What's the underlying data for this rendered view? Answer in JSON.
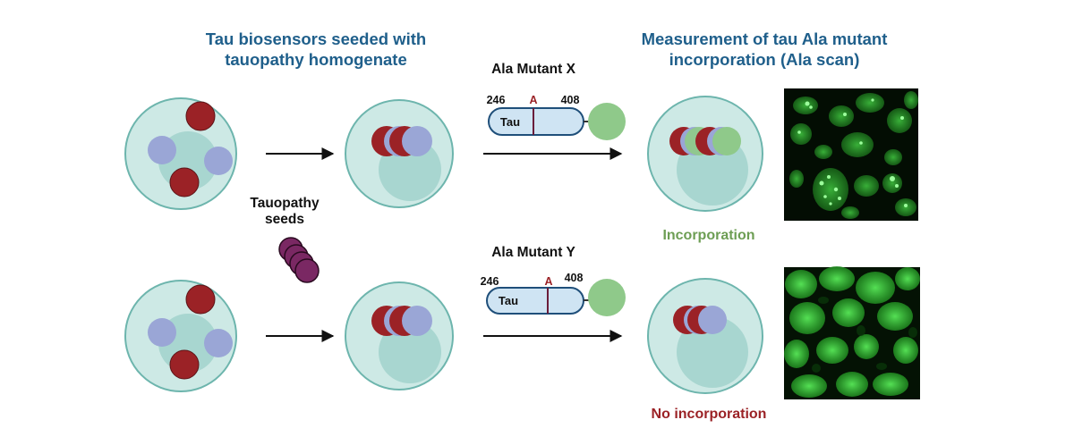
{
  "headings": {
    "left_line1": "Tau biosensors seeded with",
    "left_line2": "tauopathy homogenate",
    "right_line1": "Measurement of tau Ala mutant",
    "right_line2": "incorporation (Ala scan)"
  },
  "seeds": {
    "line1": "Tauopathy",
    "line2": "seeds"
  },
  "mutant_x": {
    "title": "Ala Mutant X",
    "start": "246",
    "ala": "A",
    "end": "408",
    "domain": "Tau"
  },
  "mutant_y": {
    "title": "Ala Mutant Y",
    "start": "246",
    "ala": "A",
    "end": "408",
    "domain": "Tau"
  },
  "results": {
    "incorporation": "Incorporation",
    "no_incorporation": "No incorporation"
  },
  "colors": {
    "heading": "#1f5f8b",
    "tau_seed_red": "#9b2226",
    "tau_blue": "#9aa6d6",
    "gfp_green": "#8fc98a",
    "cell_fill": "#cde9e5",
    "cell_stroke": "#6db5ad",
    "nucleus_fill": "#a8d6d0",
    "seed_purple": "#7a2863",
    "incorporation_text": "#6d9e54",
    "no_incorporation_text": "#9b2226",
    "micrograph_bg": "#030d03"
  },
  "icons": {
    "cell": "cell-icon",
    "seed_stack": "tauopathy-seed-icon",
    "construct": "tau-construct-icon",
    "micrograph": "fluorescence-micrograph"
  }
}
